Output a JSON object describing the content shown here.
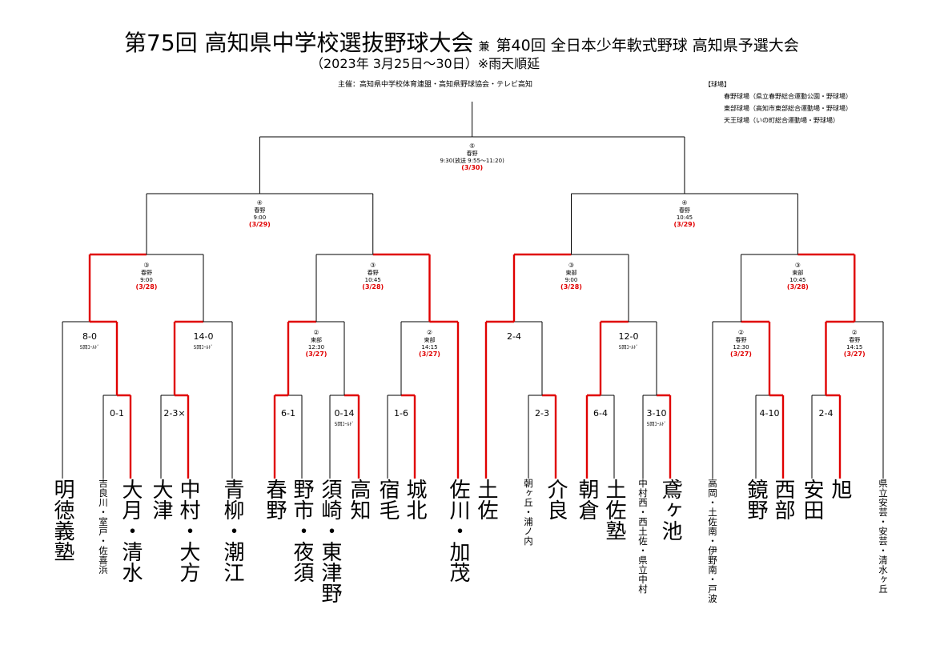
{
  "header": {
    "title": "第75回 高知県中学校選抜野球大会",
    "kanetext": "兼",
    "subtitle": "第40回 全日本少年軟式野球 高知県予選大会",
    "dates": "（2023年 3月25日～30日）※雨天順延",
    "organizer": "主催：高知県中学校体育連盟・高知県野球協会・テレビ高知"
  },
  "venues": {
    "heading": "【球場】",
    "items": [
      "春野球場（県立春野総合運動公園・野球場）",
      "東部球場（高知市東部総合運動場・野球場）",
      "天王球場（いの町総合運動場・野球場）"
    ]
  },
  "teams": [
    "明徳義塾",
    "吉良川・室戸・佐喜浜",
    "大月・清水",
    "大津",
    "中村・大方",
    "青柳・潮江",
    "春野",
    "野市・夜須",
    "須崎・東津野",
    "高知",
    "宿毛",
    "城北",
    "佐川・加茂",
    "土佐",
    "朝ヶ丘・浦ノ内",
    "介良",
    "朝倉",
    "土佐塾",
    "中村西・西土佐・県立中村",
    "鳶ヶ池",
    "高岡・土佐南・伊野南・戸波",
    "鏡野",
    "西部",
    "安田",
    "旭",
    "県立安芸・安芸・清水ヶ丘"
  ],
  "r1": [
    {
      "score": "0-1"
    },
    {
      "score": "2-3×"
    },
    {
      "score": "6-1"
    },
    {
      "score": "0-14",
      "note": "5回ｺｰﾙﾄﾞ"
    },
    {
      "score": "1-6"
    },
    {
      "score": "2-3"
    },
    {
      "score": "6-4"
    },
    {
      "score": "3-10",
      "note": "5回ｺｰﾙﾄﾞ"
    },
    {
      "score": "4-10"
    },
    {
      "score": "2-4"
    }
  ],
  "r2": [
    {
      "score": "8-0",
      "note": "5回ｺｰﾙﾄﾞ"
    },
    {
      "score": "14-0",
      "note": "5回ｺｰﾙﾄﾞ"
    },
    {
      "round": "②",
      "venue": "東部",
      "time": "12:30",
      "date": "(3/27)"
    },
    {
      "round": "②",
      "venue": "東部",
      "time": "14:15",
      "date": "(3/27)"
    },
    {
      "score": "2-4"
    },
    {
      "score": "12-0",
      "note": "5回ｺｰﾙﾄﾞ"
    },
    {
      "round": "②",
      "venue": "春野",
      "time": "12:30",
      "date": "(3/27)"
    },
    {
      "round": "②",
      "venue": "春野",
      "time": "14:15",
      "date": "(3/27)"
    }
  ],
  "r3": [
    {
      "round": "③",
      "venue": "春野",
      "time": "9:00",
      "date": "(3/28)"
    },
    {
      "round": "③",
      "venue": "春野",
      "time": "10:45",
      "date": "(3/28)"
    },
    {
      "round": "③",
      "venue": "東部",
      "time": "9:00",
      "date": "(3/28)"
    },
    {
      "round": "③",
      "venue": "東部",
      "time": "10:45",
      "date": "(3/28)"
    }
  ],
  "r4": [
    {
      "round": "④",
      "venue": "春野",
      "time": "9:00",
      "date": "(3/29)"
    },
    {
      "round": "④",
      "venue": "春野",
      "time": "10:45",
      "date": "(3/29)"
    }
  ],
  "final": {
    "round": "⑤",
    "venue": "春野",
    "time": "9:30(放送 9:55～11:20)",
    "date": "(3/30)"
  },
  "colors": {
    "winner": "#e00000",
    "line": "#000000",
    "date": "#e00000"
  }
}
